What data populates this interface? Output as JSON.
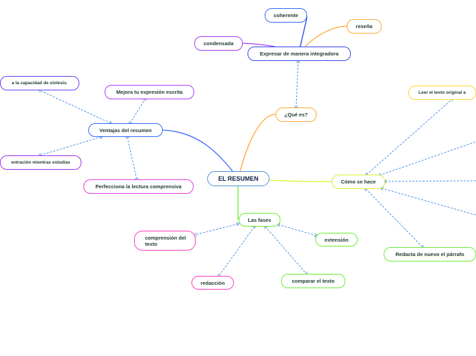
{
  "root": {
    "label": "EL RESUMEN",
    "color": "#4a90d9"
  },
  "branches": {
    "ventajas": {
      "label": "Ventajas del resumen",
      "color": "#3366ff",
      "children": [
        {
          "label": "a la capacidad de síntesis.",
          "color": "#6a3cf5"
        },
        {
          "label": "Mejora tu expresión escrita",
          "color": "#a23cf5"
        },
        {
          "label": "entración mientras estudias",
          "color": "#9b30f0"
        },
        {
          "label": "Perfecciona la lectura comprensiva",
          "color": "#e03ce0"
        }
      ]
    },
    "que_es": {
      "label": "¿Qué es?",
      "color": "#ffa733",
      "child": {
        "label": "Expresar de manera integradora",
        "color": "#3344ee",
        "children": [
          {
            "label": "coherente",
            "color": "#3366ff"
          },
          {
            "label": "reseña",
            "color": "#ffa733"
          },
          {
            "label": "condensada",
            "color": "#a23cf5"
          }
        ]
      }
    },
    "como": {
      "label": "Cómo se hace",
      "color": "#d9ef2a",
      "children": [
        {
          "label": "Leer el texto original a",
          "color": "#ffd633"
        },
        {
          "label": "Redacta de nuevo el párrafo",
          "color": "#66ee33"
        }
      ]
    },
    "fases": {
      "label": "Las fases",
      "color": "#66ee33",
      "children": [
        {
          "label": "comprensión del texto",
          "color": "#ff3db8"
        },
        {
          "label": "extensión",
          "color": "#66ee33"
        },
        {
          "label": "redacción",
          "color": "#ff3db8"
        },
        {
          "label": "comparar el texto",
          "color": "#66ee33"
        }
      ]
    }
  }
}
